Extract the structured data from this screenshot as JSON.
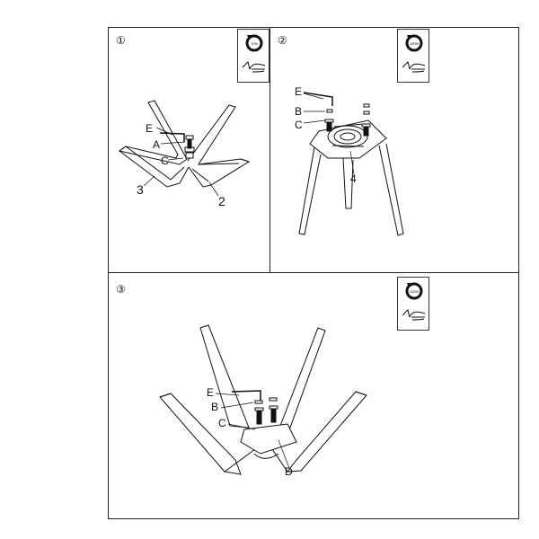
{
  "steps": [
    {
      "number": "①",
      "rotation_label": "70%",
      "parts": {
        "E": "E",
        "A": "A",
        "C": "C",
        "p3": "3",
        "p2": "2"
      }
    },
    {
      "number": "②",
      "rotation_label": "100%",
      "parts": {
        "E": "E",
        "B": "B",
        "C": "C",
        "p4": "4"
      }
    },
    {
      "number": "③",
      "rotation_label": "100%",
      "parts": {
        "E": "E",
        "B": "B",
        "C": "C",
        "D": "D"
      }
    }
  ],
  "icons": [
    "rotate-arrow-icon",
    "hand-allen-key-icon"
  ]
}
